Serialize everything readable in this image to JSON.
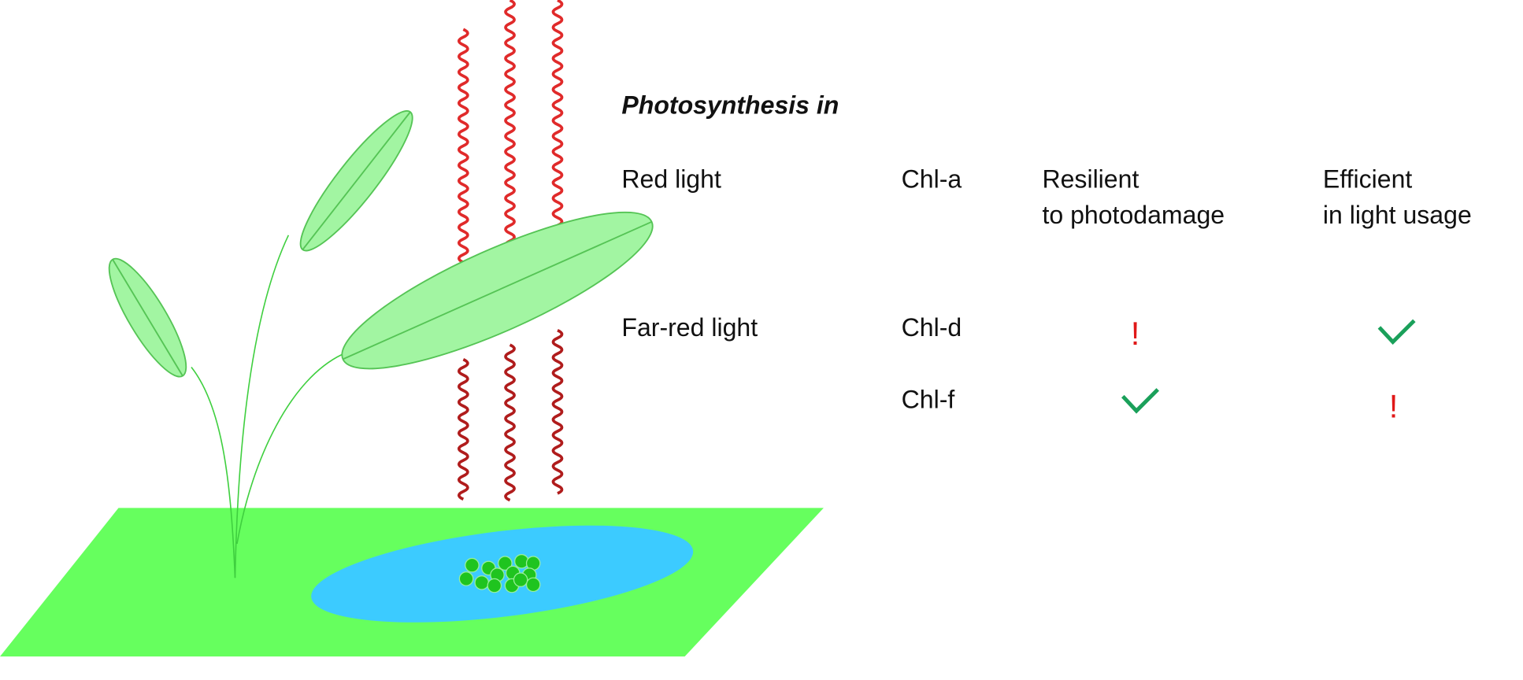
{
  "title": "Photosynthesis in",
  "rows": [
    {
      "light": "Red light",
      "pigment": "Chl-a"
    },
    {
      "light": "Far-red light",
      "pigment": "Chl-d",
      "resilient": "!",
      "efficient": "check"
    },
    {
      "light": "",
      "pigment": "Chl-f",
      "resilient": "check",
      "efficient": "!"
    }
  ],
  "columns": {
    "resilient": [
      "Resilient",
      "to photodamage"
    ],
    "efficient": [
      "Efficient",
      "in light usage"
    ]
  },
  "marks": {
    "warning": "!"
  },
  "colors": {
    "red_light": "#e02a2a",
    "far_red_light": "#b01c1c",
    "ground": "#66ff5e",
    "pond": "#3ccbff",
    "leaf": "#a2f5a2",
    "check": "#1aa05a",
    "warning": "#e01818"
  }
}
